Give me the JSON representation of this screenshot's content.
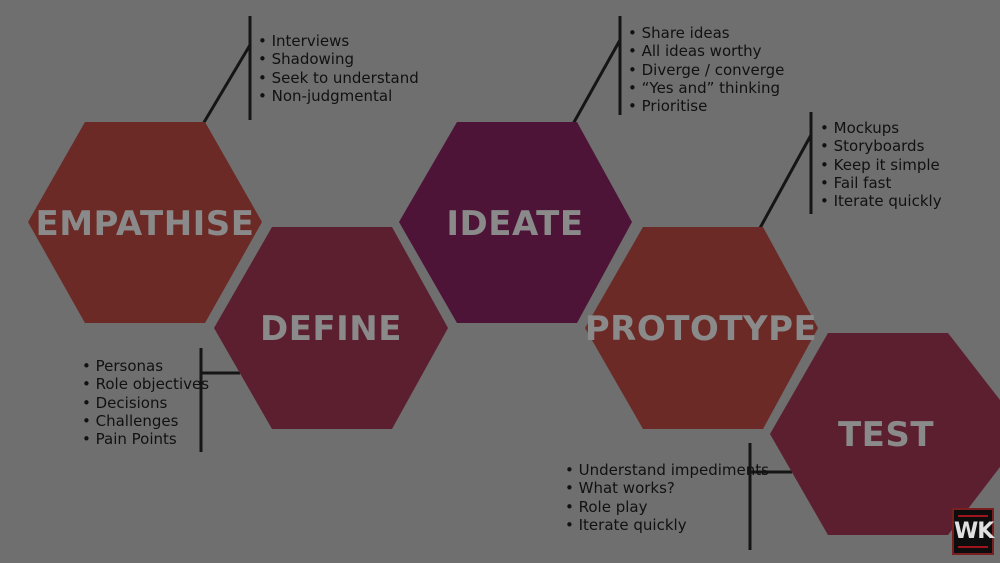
{
  "stages": [
    {
      "name": "EMPATHISE",
      "color": "#6b2a26",
      "items": [
        "Interviews",
        "Shadowing",
        "Seek to understand",
        "Non-judgmental"
      ]
    },
    {
      "name": "DEFINE",
      "color": "#5c1f30",
      "items": [
        "Personas",
        "Role objectives",
        "Decisions",
        "Challenges",
        "Pain Points"
      ]
    },
    {
      "name": "IDEATE",
      "color": "#4e1437",
      "items": [
        "Share ideas",
        "All ideas worthy",
        "Diverge / converge",
        "“Yes and” thinking",
        "Prioritise"
      ]
    },
    {
      "name": "PROTOTYPE",
      "color": "#6b2a26",
      "items": [
        "Mockups",
        "Storyboards",
        "Keep it simple",
        "Fail fast",
        "Iterate quickly"
      ]
    },
    {
      "name": "TEST",
      "color": "#5c1f30",
      "items": [
        "Understand impediments",
        "What works?",
        "Role play",
        "Iterate quickly"
      ]
    }
  ],
  "logo": {
    "text": "WK"
  }
}
